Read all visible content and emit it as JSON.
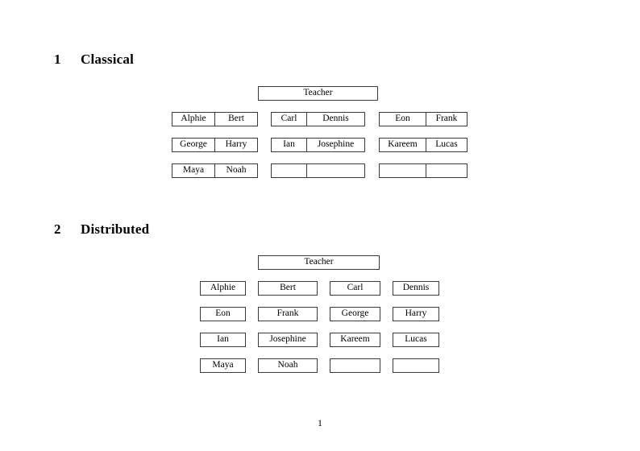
{
  "document": {
    "page_number": "1"
  },
  "sections": [
    {
      "number": "1",
      "title": "Classical",
      "teacher_label": "Teacher",
      "groups": [
        {
          "name": "group-left",
          "rows": [
            {
              "left": "Alphie",
              "right": "Bert"
            },
            {
              "left": "George",
              "right": "Harry"
            },
            {
              "left": "Maya",
              "right": "Noah"
            }
          ]
        },
        {
          "name": "group-middle",
          "rows": [
            {
              "left": "Carl",
              "right": "Dennis"
            },
            {
              "left": "Ian",
              "right": "Josephine"
            },
            {
              "left": "",
              "right": ""
            }
          ]
        },
        {
          "name": "group-right",
          "rows": [
            {
              "left": "Eon",
              "right": "Frank"
            },
            {
              "left": "Kareem",
              "right": "Lucas"
            },
            {
              "left": "",
              "right": ""
            }
          ]
        }
      ]
    },
    {
      "number": "2",
      "title": "Distributed",
      "teacher_label": "Teacher",
      "rows": [
        {
          "c1": "Alphie",
          "c2": "Bert",
          "c3": "Carl",
          "c4": "Dennis"
        },
        {
          "c1": "Eon",
          "c2": "Frank",
          "c3": "George",
          "c4": "Harry"
        },
        {
          "c1": "Ian",
          "c2": "Josephine",
          "c3": "Kareem",
          "c4": "Lucas"
        },
        {
          "c1": "Maya",
          "c2": "Noah",
          "c3": "",
          "c4": ""
        }
      ]
    }
  ],
  "colors": {
    "border": "#3a3a3a",
    "text": "#000000",
    "background": "#ffffff"
  }
}
